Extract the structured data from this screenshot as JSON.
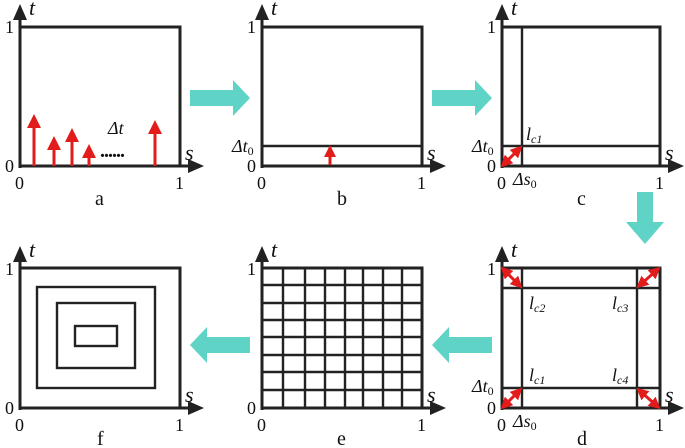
{
  "panels": {
    "a": {
      "caption": "a",
      "t_label": "t",
      "s_label": "s",
      "t_one": "1",
      "origin_t": "0",
      "origin_s": "0",
      "s_one": "1",
      "dt": "Δt",
      "dots": "......"
    },
    "b": {
      "caption": "b",
      "t_label": "t",
      "s_label": "s",
      "t_one": "1",
      "origin_t": "0",
      "origin_s": "0",
      "s_one": "1",
      "dt0": "Δt",
      "dt0_sub": "0"
    },
    "c": {
      "caption": "c",
      "t_label": "t",
      "s_label": "s",
      "t_one": "1",
      "origin_t": "0",
      "origin_s": "0",
      "s_one": "1",
      "dt0": "Δt",
      "dt0_sub": "0",
      "ds0": "Δs",
      "ds0_sub": "0",
      "lc1": "l",
      "lc1_sub": "c1"
    },
    "d": {
      "caption": "d",
      "t_label": "t",
      "s_label": "s",
      "t_one": "1",
      "origin_t": "0",
      "origin_s": "0",
      "s_one": "1",
      "dt0": "Δt",
      "dt0_sub": "0",
      "ds0": "Δs",
      "ds0_sub": "0",
      "l": "l",
      "lc1_sub": "c1",
      "lc2_sub": "c2",
      "lc3_sub": "c3",
      "lc4_sub": "c4"
    },
    "e": {
      "caption": "e",
      "t_label": "t",
      "s_label": "s",
      "t_one": "1",
      "origin_t": "0",
      "origin_s": "0",
      "s_one": "1"
    },
    "f": {
      "caption": "f",
      "t_label": "t",
      "s_label": "s",
      "t_one": "1",
      "origin_t": "0",
      "origin_s": "0",
      "s_one": "1"
    }
  },
  "colors": {
    "arrow_red": "#e21b1b",
    "flow_arrow": "#5fd3c6",
    "line": "#222222"
  }
}
